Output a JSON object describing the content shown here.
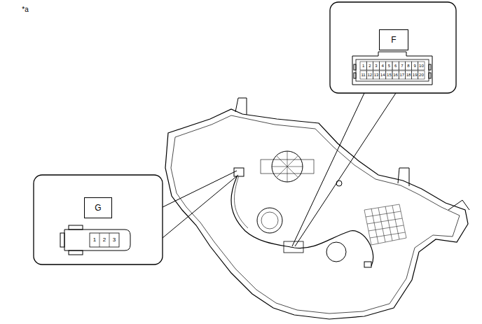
{
  "diagram": {
    "nodes": [
      {
        "text": [
          "F"
        ]
      },
      {
        "text": [
          "G"
        ]
      }
    ],
    "labels": [
      "*a",
      "1",
      "2",
      "3",
      "4",
      "5",
      "6",
      "7",
      "8",
      "9",
      "10",
      "11",
      "12",
      "13",
      "14",
      "15",
      "16",
      "17",
      "18",
      "19",
      "20",
      "1",
      "2",
      "3"
    ]
  }
}
